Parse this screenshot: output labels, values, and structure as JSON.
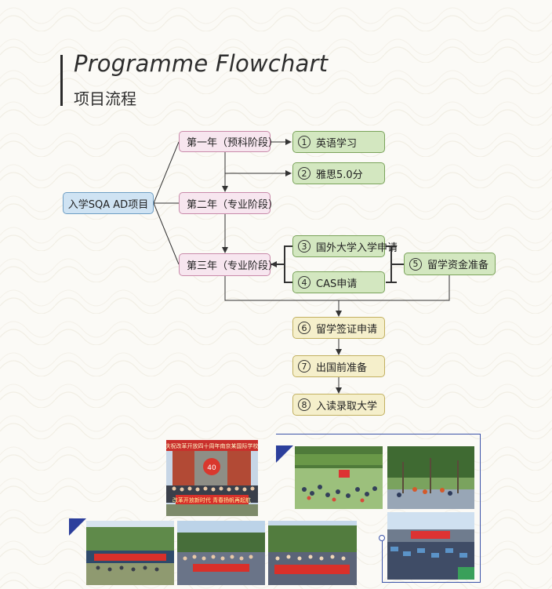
{
  "header": {
    "title_en": "Programme Flowchart",
    "title_zh": "项目流程"
  },
  "flowchart": {
    "start": "入学SQA AD项目",
    "stages": {
      "year1": "第一年（预科阶段）",
      "year2": "第二年（专业阶段）",
      "year3": "第三年（专业阶段）"
    },
    "steps": [
      {
        "num": "1",
        "label": "英语学习"
      },
      {
        "num": "2",
        "label": "雅思5.0分"
      },
      {
        "num": "3",
        "label": "国外大学入学申请"
      },
      {
        "num": "4",
        "label": "CAS申请"
      },
      {
        "num": "5",
        "label": "留学资金准备"
      },
      {
        "num": "6",
        "label": "留学签证申请"
      },
      {
        "num": "7",
        "label": "出国前准备"
      },
      {
        "num": "8",
        "label": "入读录取大学"
      }
    ]
  },
  "photos": {
    "banner_top": "庆祝改革开放四十周年南京某国际学校",
    "banner_bottom": "改革开放新时代 青春扬帆再起航"
  },
  "colors": {
    "start_fill": "#cfe3f3",
    "stage_fill": "#f7e6ef",
    "step_fill": "#d3e7c0",
    "final_fill": "#f5efcb",
    "frame_accent": "#3b53a8"
  }
}
